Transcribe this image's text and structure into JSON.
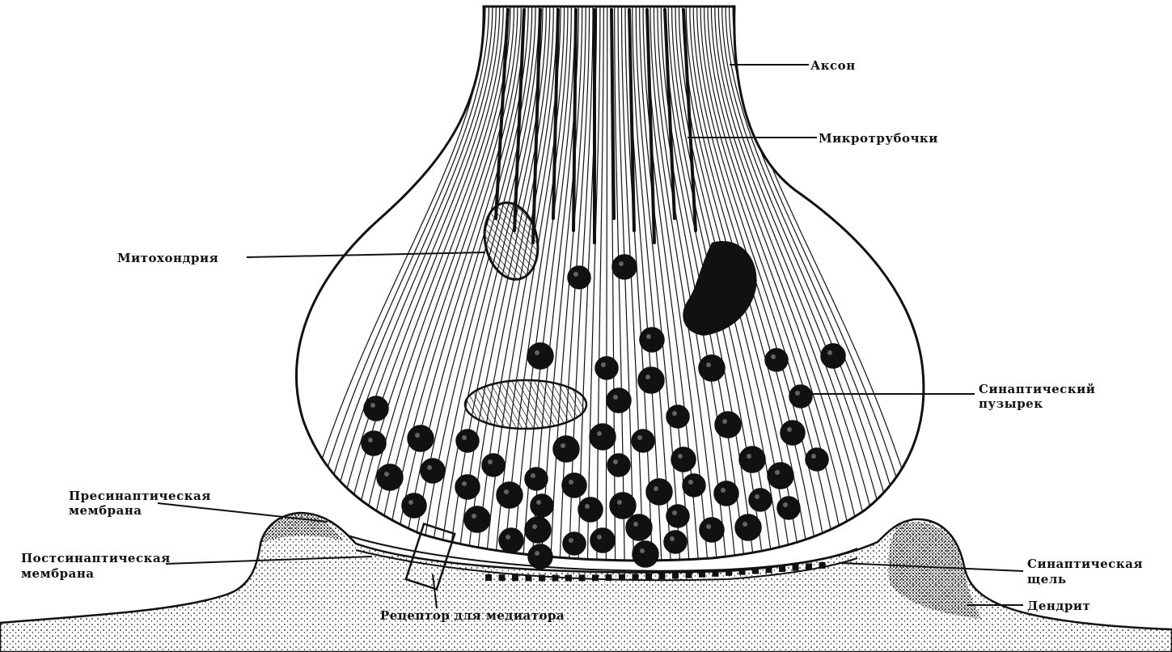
{
  "labels": {
    "axon": "Аксон",
    "microtubules": "Микротрубочки",
    "mitochondrion": "Митохондрия",
    "synaptic_vesicle_line1": "Синаптический",
    "synaptic_vesicle_line2": "пузырек",
    "presynaptic_line1": "Пресинаптическая",
    "presynaptic_line2": "мембрана",
    "postsynaptic_line1": "Постсинаптическая",
    "postsynaptic_line2": "мембрана",
    "cleft_line1": "Синаптическая",
    "cleft_line2": "щель",
    "dendrite": "Дендрит",
    "receptor": "Рецептор для медиатора"
  },
  "colors": {
    "ink": "#111111",
    "paper": "#ffffff"
  }
}
